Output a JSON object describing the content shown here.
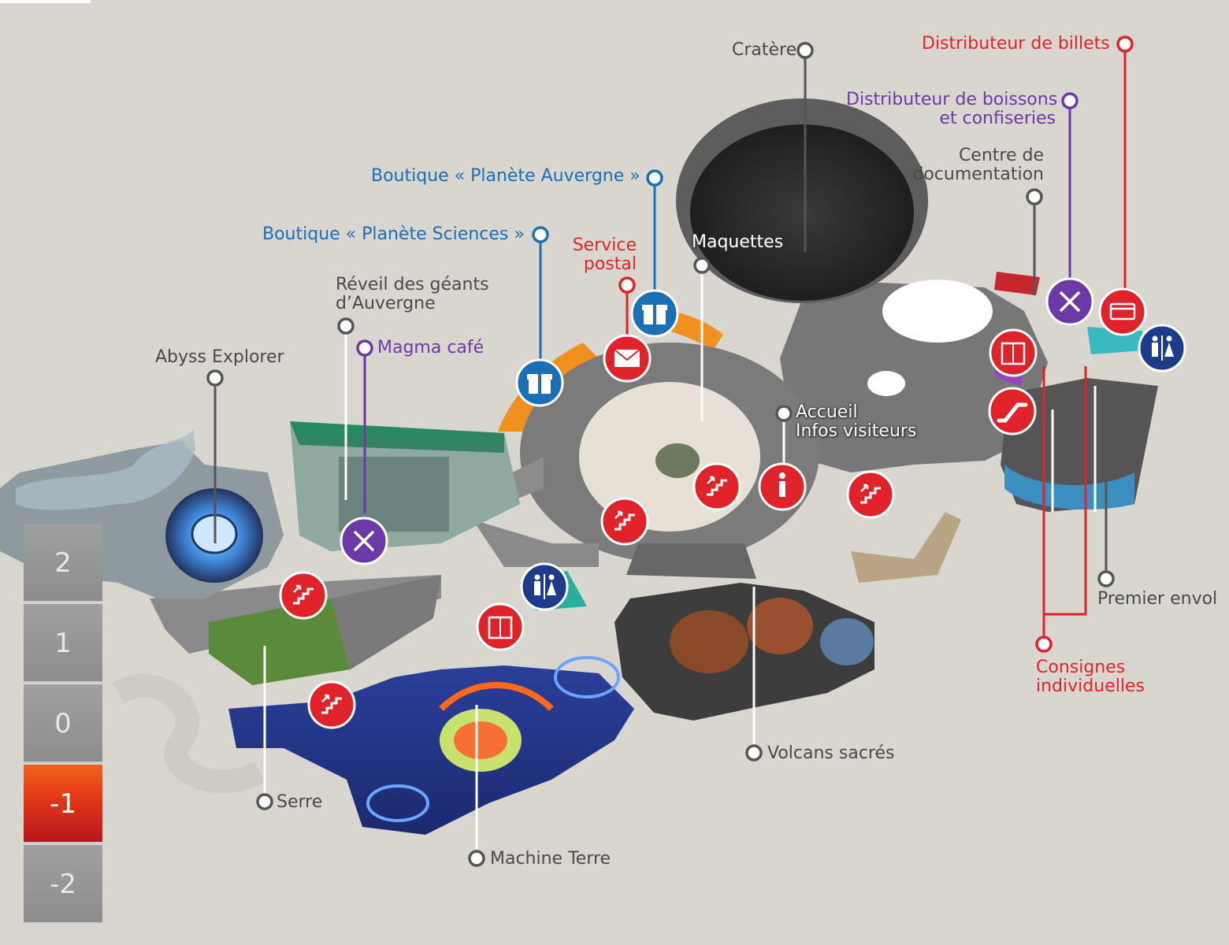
{
  "labels": {
    "cratere": "Cratère",
    "distributeur_billets": "Distributeur de billets",
    "distributeur_boissons_1": "Distributeur de boissons",
    "distributeur_boissons_2": "et confiseries",
    "centre_doc_1": "Centre de",
    "centre_doc_2": "documentation",
    "boutique_auvergne": "Boutique « Planète Auvergne »",
    "boutique_sciences": "Boutique « Planète Sciences »",
    "service_postal_1": "Service",
    "service_postal_2": "postal",
    "maquettes": "Maquettes",
    "reveil_1": "Réveil des géants",
    "reveil_2": "d’Auvergne",
    "magma_cafe": "Magma café",
    "abyss_explorer": "Abyss Explorer",
    "accueil_1": "Accueil",
    "accueil_2": "Infos visiteurs",
    "premier_envol": "Premier envol",
    "consignes_1": "Consignes",
    "consignes_2": "individuelles",
    "volcans_sacres": "Volcans sacrés",
    "serre": "Serre",
    "machine_terre": "Machine Terre"
  },
  "floors": [
    {
      "label": "2",
      "active": false
    },
    {
      "label": "1",
      "active": false
    },
    {
      "label": "0",
      "active": false
    },
    {
      "label": "-1",
      "active": true
    },
    {
      "label": "-2",
      "active": false
    }
  ],
  "colors": {
    "background": "#d9d5cf",
    "label_grey": "#4a4a4a",
    "shop_blue": "#1a6fb5",
    "service_red": "#e0232b",
    "food_purple": "#6b3aa6",
    "active_floor": "#e33a18",
    "floor_grey": "#959595"
  },
  "icons": {
    "gift": "gift-icon",
    "mail": "mail-icon",
    "info": "info-icon",
    "stairs": "stairs-icon",
    "elevator": "elevator-icon",
    "escalator": "escalator-icon",
    "restaurant": "restaurant-icon",
    "restroom": "restroom-icon",
    "card": "credit-card-icon"
  }
}
